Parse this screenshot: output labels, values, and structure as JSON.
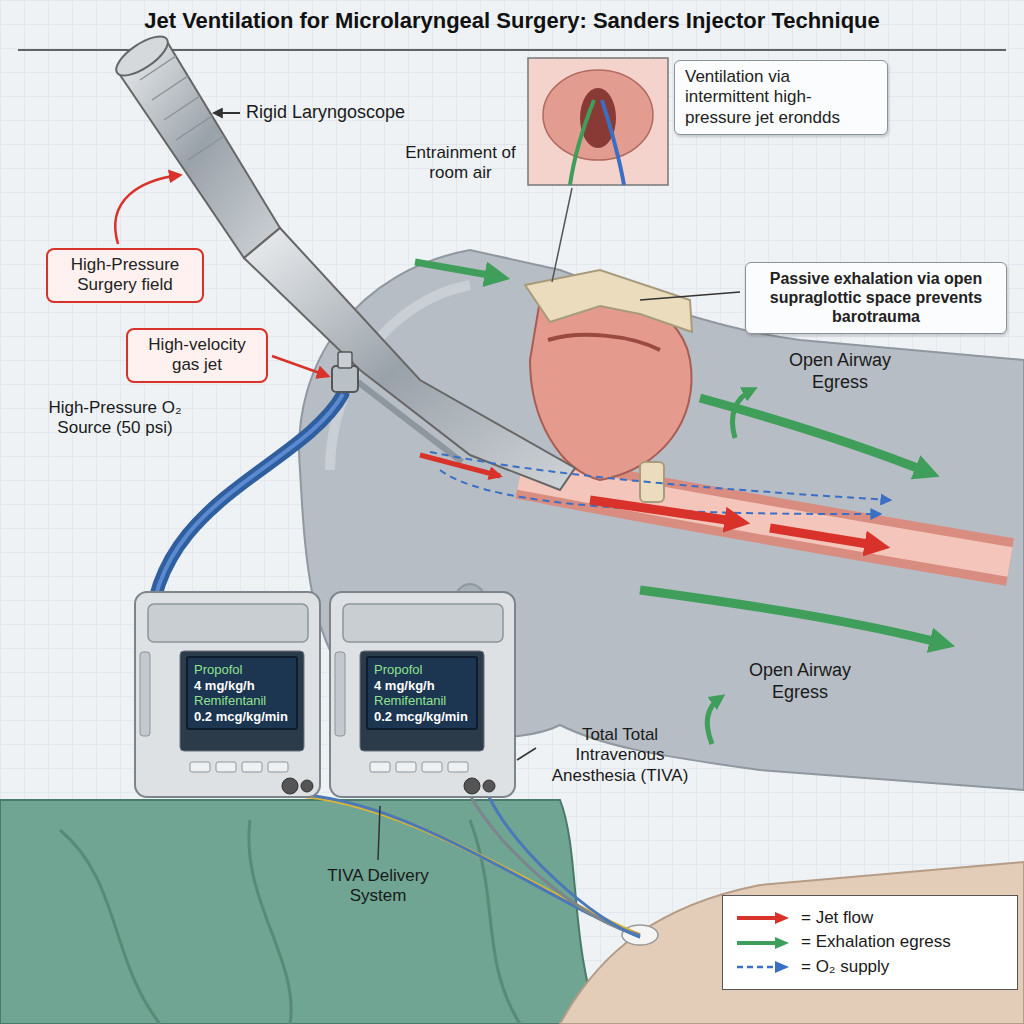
{
  "diagram": {
    "title": "Jet Ventilation for Microlaryngeal Surgery: Sanders Injector Technique",
    "nodes": [
      {
        "text": [
          "Ventilation via intermittent high-pressure jet erondds"
        ]
      },
      {
        "text": [
          "High-Pressure Surgery field"
        ]
      },
      {
        "text": [
          "Passive exhalation via open supraglottic space prevents barotrauma"
        ]
      },
      {
        "text": [
          "High-velocity gas jet"
        ]
      },
      {
        "text": [
          "Propofol",
          "4 mg/kg/h",
          "Remifentanil",
          "0.2 mcg/kg/min"
        ]
      },
      {
        "text": [
          "Propofol",
          "4 mg/kg/h",
          "Remifentanil",
          "0.2 mcg/kg/min"
        ]
      }
    ],
    "labels": [
      "Rigid Laryngoscope",
      "Entrainment of room air",
      "High-Pressure O₂ Source (50 psi)",
      "Open Airway Egress",
      "Open Airway Egress",
      "Total Total Intravenous Anesthesia (TIVA)",
      "TIVA Delivery System"
    ],
    "legend": [
      {
        "text": "= Jet flow"
      },
      {
        "text": "= Exhalation egress"
      },
      {
        "text": "= O₂ supply"
      }
    ]
  }
}
